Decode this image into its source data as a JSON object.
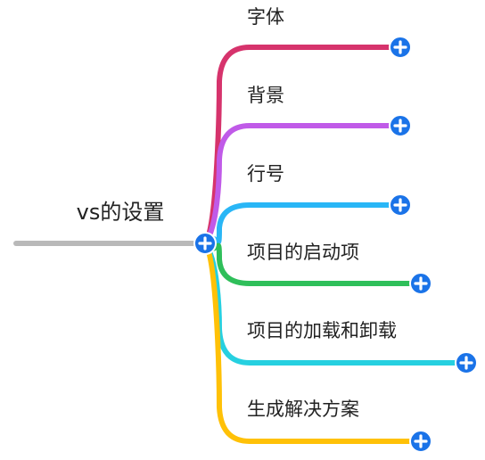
{
  "root": {
    "label": "vs的设置",
    "line_color": "#b9b9b9",
    "toggle_color": "#1a73e8"
  },
  "branches": [
    {
      "label": "字体",
      "color": "#d6336c",
      "toggle_color": "#1a73e8"
    },
    {
      "label": "背景",
      "color": "#c05ae8",
      "toggle_color": "#1a73e8"
    },
    {
      "label": "行号",
      "color": "#29b6f6",
      "toggle_color": "#1a73e8"
    },
    {
      "label": "项目的启动项",
      "color": "#2fbf5a",
      "toggle_color": "#1a73e8"
    },
    {
      "label": "项目的加载和卸载",
      "color": "#26d0e0",
      "toggle_color": "#1a73e8"
    },
    {
      "label": "生成解决方案",
      "color": "#ffc107",
      "toggle_color": "#1a73e8"
    }
  ],
  "icons": {
    "toggle": "plus-circle-icon"
  }
}
